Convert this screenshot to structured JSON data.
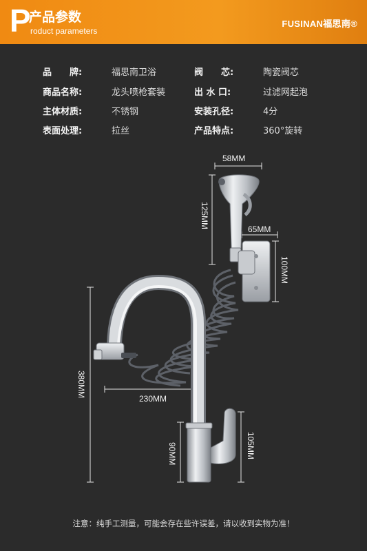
{
  "header": {
    "big_letter": "P",
    "title": "产品参数",
    "subtitle": "roduct parameters",
    "brand": "FUSINAN福思南®"
  },
  "specs": [
    {
      "label": "品　　牌:",
      "value": "福思南卫浴"
    },
    {
      "label": "阀　　芯:",
      "value": "陶瓷阀芯"
    },
    {
      "label": "商品名称:",
      "value": "龙头喷枪套装"
    },
    {
      "label": "出 水 口:",
      "value": "过滤网起泡"
    },
    {
      "label": "主体材质:",
      "value": "不锈钢"
    },
    {
      "label": "安装孔径:",
      "value": "4分"
    },
    {
      "label": "表面处理:",
      "value": "拉丝"
    },
    {
      "label": "产品特点:",
      "value": "360°旋转"
    }
  ],
  "dimensions": {
    "sprayer_width": "58MM",
    "sprayer_height": "125MM",
    "holder_width": "65MM",
    "holder_height": "100MM",
    "total_height": "380MM",
    "spout_reach": "230MM",
    "base_height": "90MM",
    "handle_height": "105MM"
  },
  "note": "注意：纯手工测量，可能会存在些许误差，请以收到实物为准！",
  "colors": {
    "background": "#2b2b2b",
    "header": "#f39a1e",
    "steel": "#c9ccd0",
    "hose": "#5d6168"
  }
}
